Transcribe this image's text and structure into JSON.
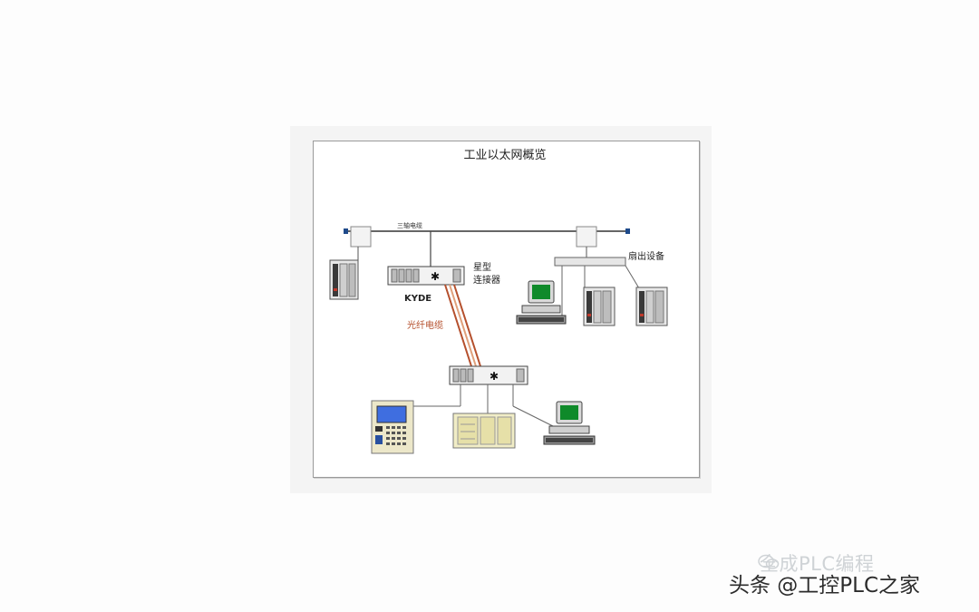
{
  "diagram": {
    "title": "工业以太网概览",
    "cable_label": "三轴电缆",
    "star_coupler_label_line1": "星型",
    "star_coupler_label_line2": "连接器",
    "device_label": "KYDE",
    "fiber_label": "光纤电缆",
    "output_label": "扇出设备"
  },
  "watermark": {
    "faded_text": "全成PLC编程",
    "main_text": "头条 @工控PLC之家"
  },
  "colors": {
    "fiber": "#b5502d",
    "title": "#222222",
    "screen": "#0f8a2a"
  }
}
